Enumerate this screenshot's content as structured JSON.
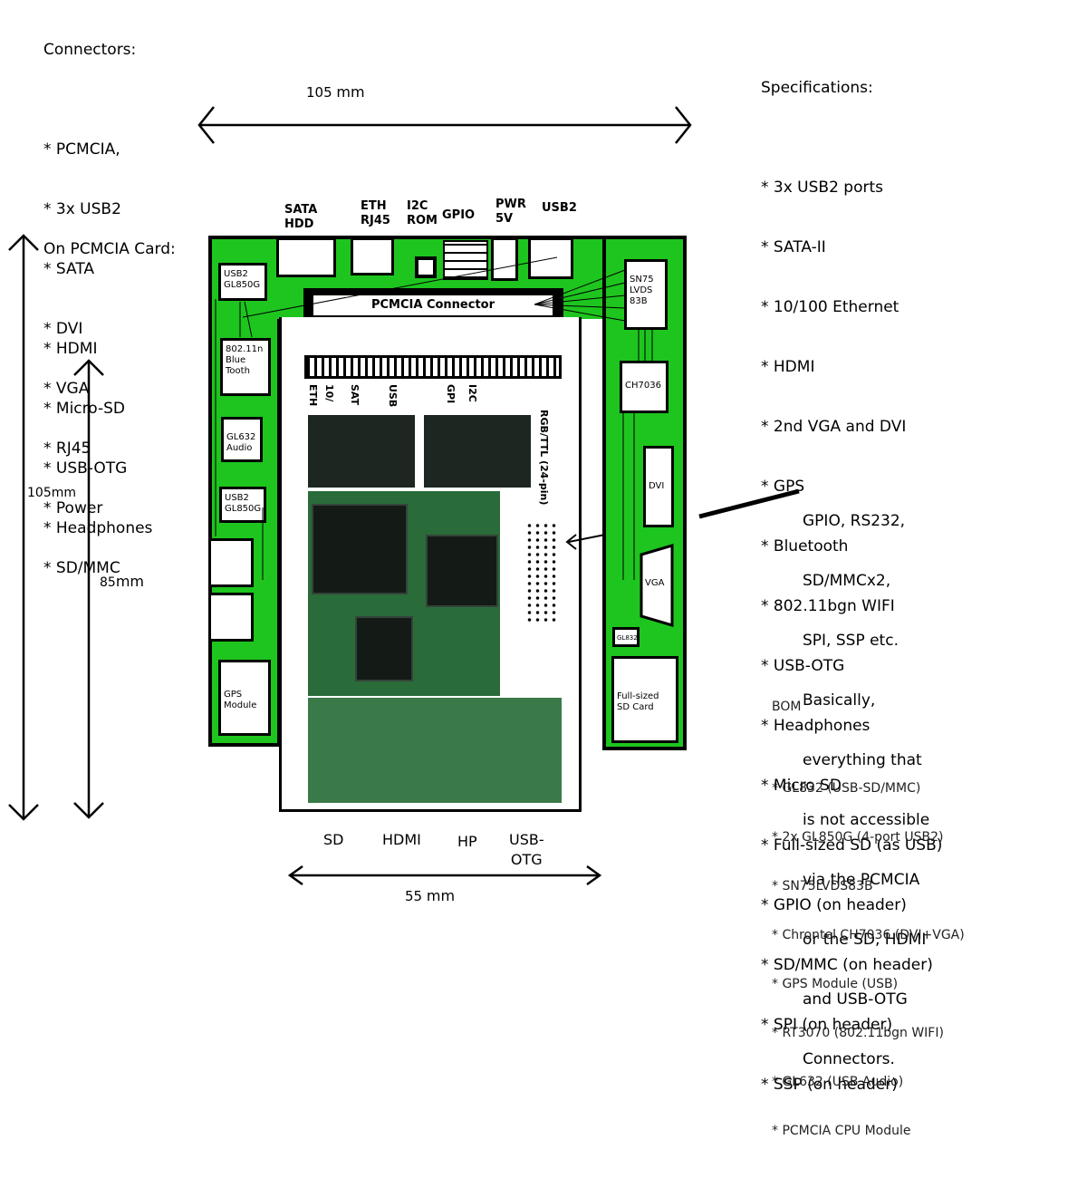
{
  "connectors": {
    "title": "Connectors:",
    "items": [
      "* PCMCIA,",
      "* 3x USB2",
      "* SATA",
      "* DVI",
      "* VGA",
      "* RJ45",
      "* Power",
      "* SD/MMC"
    ]
  },
  "pcmcia_card": {
    "title": "On PCMCIA Card:",
    "items": [
      "* HDMI",
      "* Micro-SD",
      "* USB-OTG",
      "* Headphones"
    ]
  },
  "specifications": {
    "title": "Specifications:",
    "items": [
      "* 3x USB2 ports",
      "* SATA-II",
      "* 10/100 Ethernet",
      "* HDMI",
      "* 2nd VGA and DVI",
      "* GPS",
      "* Bluetooth",
      "* 802.11bgn WIFI",
      "* USB-OTG",
      "* Headphones",
      "* Micro SD",
      "* Full-sized SD (as USB)",
      "* GPIO (on header)",
      "* SD/MMC (on header)",
      "* SPI (on header)",
      "* SSP (on header)"
    ]
  },
  "gpio_note": [
    "GPIO, RS232,",
    "SD/MMCx2,",
    "SPI, SSP etc.",
    "Basically,",
    "everything that",
    "is not accessible",
    "via the PCMCIA",
    "or the SD, HDMI",
    "and USB-OTG",
    "Connectors."
  ],
  "bom": {
    "title": "BOM",
    "items": [
      "* GL832 (USB-SD/MMC)",
      "* 2x GL850G (4-port USB2)",
      "* SN75LVDS83B",
      "* Chrontel CH7036 (DVI+VGA)",
      "* GPS Module (USB)",
      "* RT3070 (802.11bgn WIFI)",
      "* GL632 (USB Audio)",
      "* PCMCIA CPU Module"
    ]
  },
  "dimensions": {
    "top_num": "105",
    "top_unit": "mm",
    "left_outer": "105mm",
    "left_inner_num": "85",
    "left_inner_unit": "mm",
    "bottom_num": "55",
    "bottom_unit": "mm"
  },
  "top_ports": {
    "sata": "SATA\nHDD",
    "eth": "ETH\nRJ45",
    "i2c": "I2C\nROM",
    "gpio": "GPIO",
    "pwr": "PWR\n5V",
    "usb2": "USB2"
  },
  "pcmcia_connector": "PCMCIA Connector",
  "left_components": {
    "usb2_top": "USB2\nGL850G",
    "wifi": "802.11n\nBlue\nTooth",
    "audio": "GL632\nAudio",
    "usb2_bottom": "USB2\nGL850G",
    "gps": "GPS\nModule"
  },
  "right_components": {
    "lvds": "SN75\nLVDS\n83B",
    "ch7036": "CH7036",
    "dvi": "DVI",
    "vga": "VGA",
    "gl832": "GL832",
    "sdcard": "Full-sized\nSD Card"
  },
  "card_header_labels": [
    "ETH",
    "10/",
    "SAT",
    "USB",
    "GPI",
    "I2C"
  ],
  "rgb_label": "RGB/TTL (24-pin)",
  "bottom_ports": [
    "SD",
    "HDMI",
    "HP",
    "USB-\nOTG"
  ],
  "colors": {
    "board": "#1ec51e",
    "pcb": "#2a6b3a"
  }
}
